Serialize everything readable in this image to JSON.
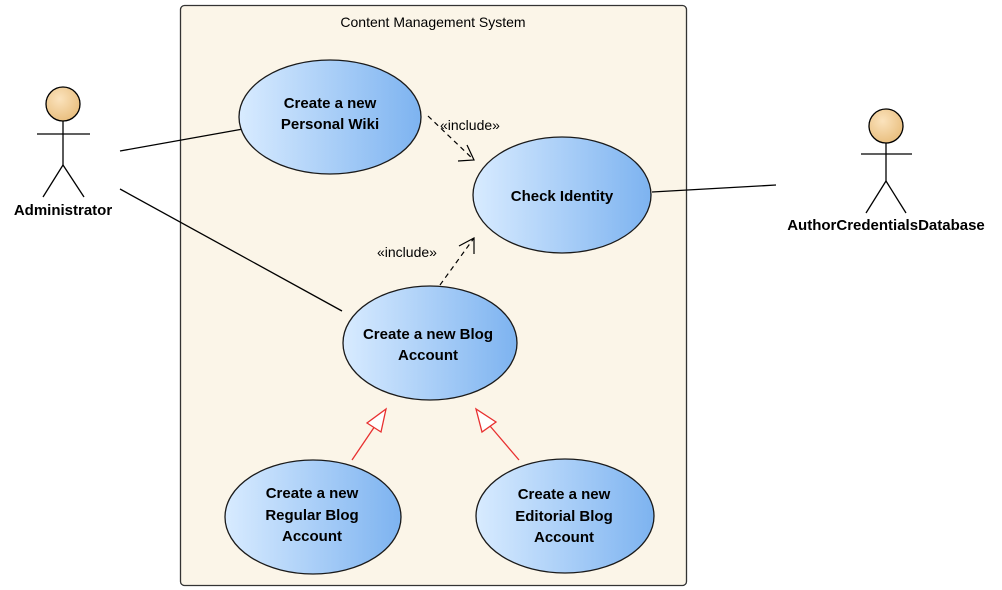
{
  "system": {
    "title": "Content Management System"
  },
  "actors": {
    "administrator": "Administrator",
    "database": "AuthorCredentialsDatabase"
  },
  "use_cases": {
    "personal_wiki": [
      "Create a new",
      "Personal Wiki"
    ],
    "check_identity": [
      "Check Identity"
    ],
    "blog_account": [
      "Create a new Blog",
      "Account"
    ],
    "regular_blog": [
      "Create a new",
      "Regular Blog",
      "Account"
    ],
    "editorial_blog": [
      "Create a new",
      "Editorial Blog",
      "Account"
    ]
  },
  "relationships": {
    "include_wiki": "«include»",
    "include_blog": "«include»"
  },
  "colors": {
    "usecase_light": "#d6e9ff",
    "usecase_dark": "#7fb6f2",
    "boundary_fill": "#fbf5e8",
    "actor_head": "#f2cf98",
    "generalization": "#e83030"
  }
}
